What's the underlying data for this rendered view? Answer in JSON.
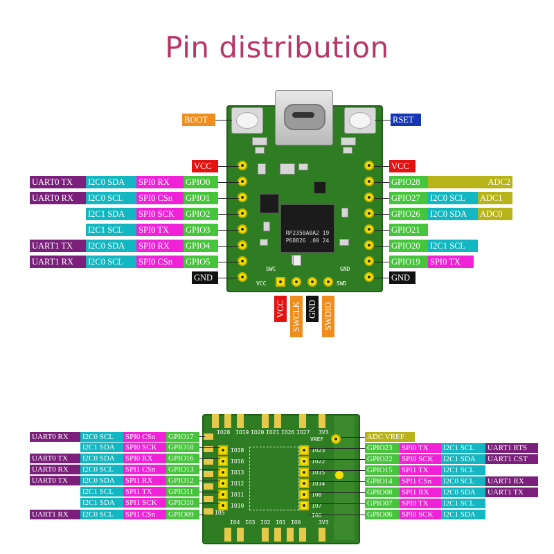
{
  "title": "Pin distribution",
  "top": {
    "boot": "BOOT",
    "rset": "RSET",
    "left_rows": [
      [
        "",
        "",
        "",
        "VCC"
      ],
      [
        "UART0 TX",
        "I2C0 SDA",
        "SPI0 RX",
        "GPIO0"
      ],
      [
        "UART0 RX",
        "I2C0 SCL",
        "SPI0 CSn",
        "GPIO1"
      ],
      [
        "",
        "I2C1 SDA",
        "SPI0 SCK",
        "GPIO2"
      ],
      [
        "",
        "I2C1 SCL",
        "SPI0 TX",
        "GPIO3"
      ],
      [
        "UART1 TX",
        "I2C0 SDA",
        "SPI0 RX",
        "GPIO4"
      ],
      [
        "UART1 RX",
        "I2C0 SCL",
        "SPI0 CSn",
        "GPIO5"
      ],
      [
        "",
        "",
        "",
        "GND"
      ]
    ],
    "right_rows": [
      [
        "VCC",
        ""
      ],
      [
        "GPIO28",
        "ADC2"
      ],
      [
        "GPIO27",
        "I2C0 SCL",
        "ADC1"
      ],
      [
        "GPIO26",
        "I2C0 SDA",
        "ADC0"
      ],
      [
        "GPIO21"
      ],
      [
        "GPIO20",
        "I2C1 SCL"
      ],
      [
        "GPIO19",
        "SPI0 TX"
      ],
      [
        "GND"
      ]
    ],
    "bottom": [
      "VCC",
      "SWCLK",
      "GND",
      "SWDIO"
    ],
    "chip_text_1": "RP2350A0A2 19",
    "chip_text_2": "P68826 .00 24",
    "silk_swc": "SWC",
    "silk_gnd": "GND",
    "silk_vcc": "VCC",
    "silk_swd": "SWD"
  },
  "bottom": {
    "left_rows": [
      [
        "UART0 RX",
        "I2C0 SCL",
        "SPI0 CSn",
        "GPIO17"
      ],
      [
        "",
        "I2C1 SDA",
        "SPI0 SCK",
        "GPIO18"
      ],
      [
        "UART0 TX",
        "I2C0 SDA",
        "SPI0 RX",
        "GPIO16"
      ],
      [
        "UART0 RX",
        "I2C0 SCL",
        "SPI1 CSn",
        "GPIO13"
      ],
      [
        "UART0 TX",
        "I2C0 SDA",
        "SPI1 RX",
        "GPIO12"
      ],
      [
        "",
        "I2C1 SCL",
        "SPI1 TX",
        "GPIO11"
      ],
      [
        "",
        "I2C1 SDA",
        "SPI1 SCK",
        "GPIO10"
      ],
      [
        "UART1 RX",
        "I2C0 SCL",
        "SPI1 CSn",
        "GPIO09"
      ]
    ],
    "right_top": [
      "ADC VREF"
    ],
    "right_rows": [
      [
        "GPIO23",
        "SPI0 TX",
        "I2C1 SCL",
        "UART1 RTS"
      ],
      [
        "GPIO22",
        "SPI0 SCK",
        "I2C1 SDA",
        "UART1 CST"
      ],
      [
        "GPIO15",
        "SPI1 TX",
        "I2C1 SCL",
        ""
      ],
      [
        "GPIO14",
        "SPI1 CSn",
        "I2C0 SCL",
        "UART1 RX"
      ],
      [
        "GPIO08",
        "SPI1 RX",
        "I2C0 SDA",
        "UART1 TX"
      ],
      [
        "GPIO07",
        "SPI0 TX",
        "I2C1 SCL",
        ""
      ],
      [
        "GPIO06",
        "SPI0 SCK",
        "I2C1 SDA",
        ""
      ]
    ],
    "silk_left": [
      "IO18",
      "IO16",
      "IO13",
      "IO12",
      "IO11",
      "IO10"
    ],
    "silk_right": [
      "VREF",
      "IO23",
      "IO22",
      "IO15",
      "IO14",
      "IO8",
      "IO7",
      "IO6"
    ],
    "silk_top": [
      "3V3",
      "IO19",
      "IO20",
      "IO21",
      "IO26",
      "IO27",
      "IO28"
    ],
    "silk_bottom": [
      "IO0",
      "IO1",
      "IO2",
      "IO3",
      "IO4",
      "IO5",
      "3V3"
    ]
  },
  "colors": {
    "title": "#b73567",
    "uart": "#7a1f7a",
    "i2c": "#13b7c1",
    "spi": "#ef22d8",
    "gpio": "#46c43b",
    "adc": "#b7b319",
    "power": "#e51212",
    "ground": "#111111",
    "swd": "#ef8e1d",
    "reset": "#1637b4"
  }
}
